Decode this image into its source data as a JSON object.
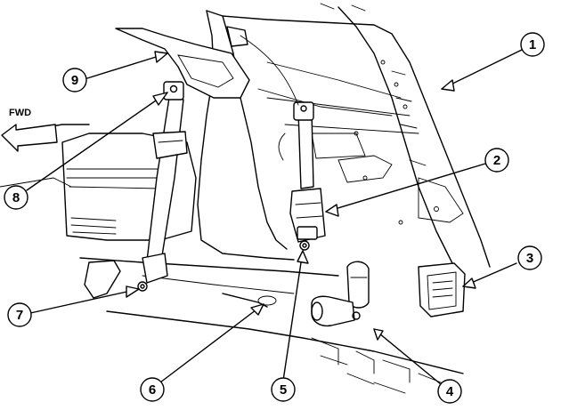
{
  "fwd": {
    "label": "FWD"
  },
  "callouts": [
    {
      "id": "1",
      "label": "1"
    },
    {
      "id": "2",
      "label": "2"
    },
    {
      "id": "3",
      "label": "3"
    },
    {
      "id": "4",
      "label": "4"
    },
    {
      "id": "5",
      "label": "5"
    },
    {
      "id": "6",
      "label": "6"
    },
    {
      "id": "7",
      "label": "7"
    },
    {
      "id": "8",
      "label": "8"
    },
    {
      "id": "9",
      "label": "9"
    }
  ]
}
